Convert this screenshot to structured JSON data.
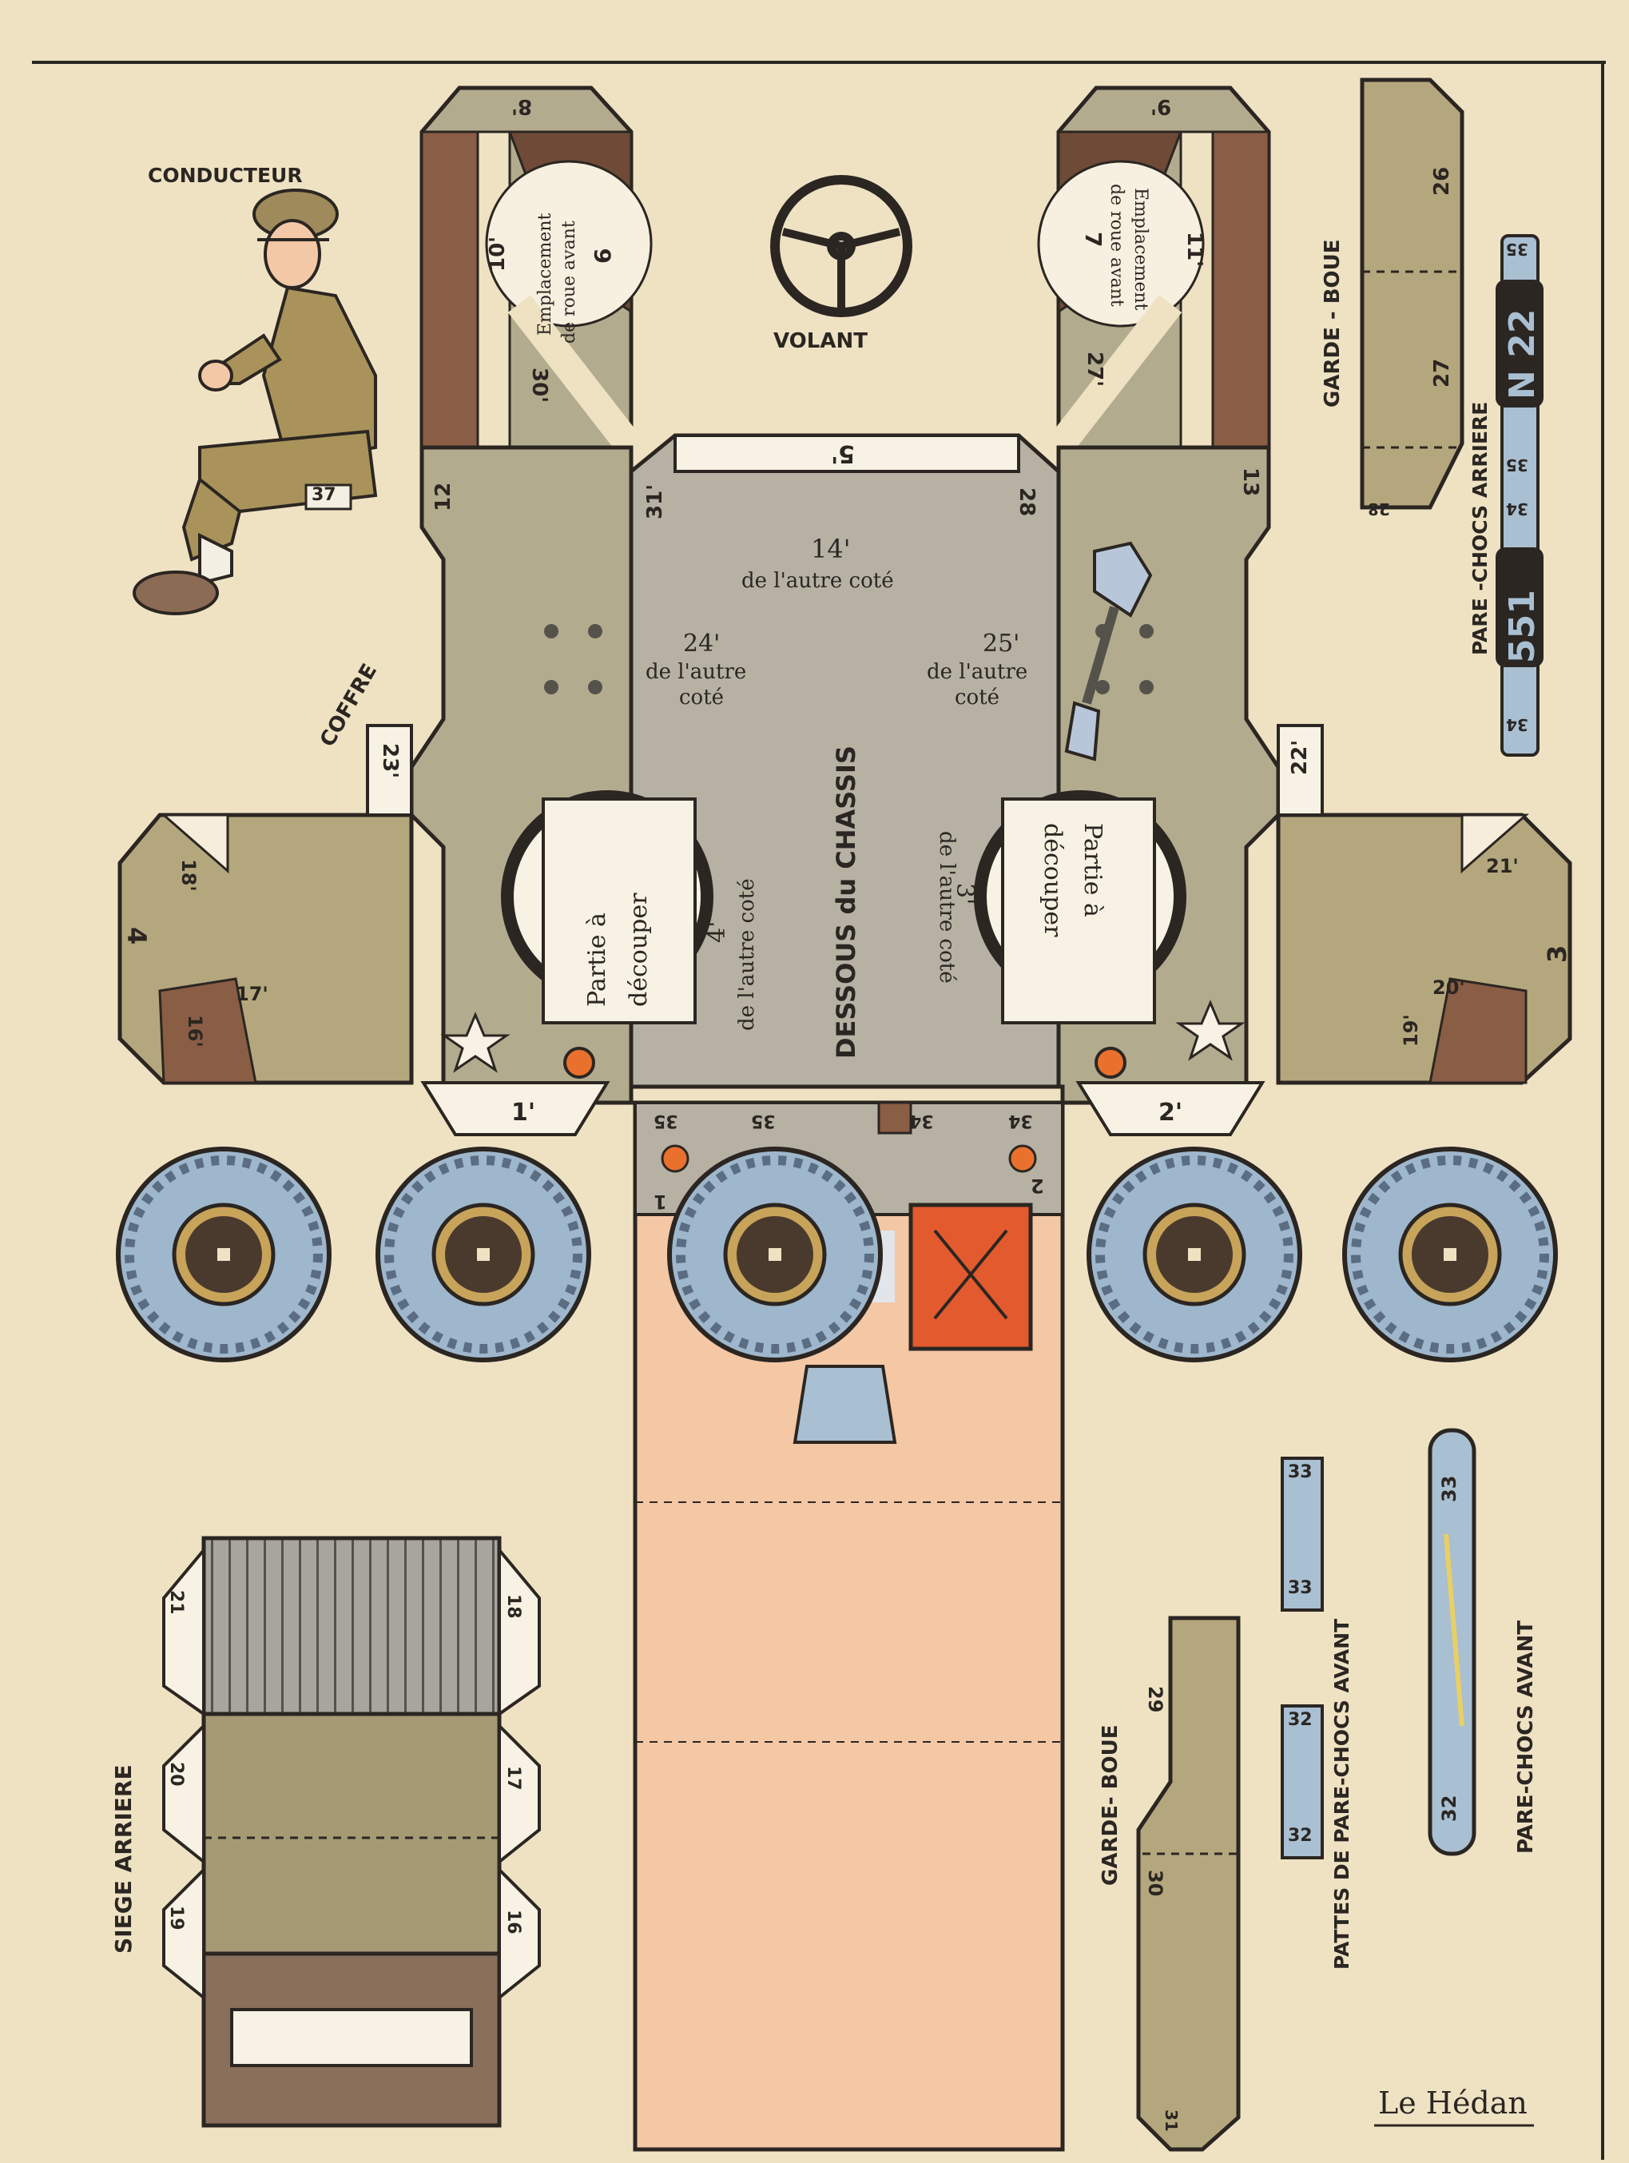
{
  "labels": {
    "conducteur": "CONDUCTEUR",
    "volant": "VOLANT",
    "coffre": "COFFRE",
    "garde_boue_top": "GARDE - BOUE",
    "pare_chocs_arriere": "PARE -CHOCS ARRIERE",
    "plate_top": "N 22",
    "plate_bottom": "551",
    "siege_arriere": "SIEGE ARRIERE",
    "garde_boue_bottom": "GARDE- BOUE",
    "pattes": "PATTES DE PARE-CHOCS AVANT",
    "pare_chocs_avant": "PARE-CHOCS AVANT",
    "signature": "Le Hédan",
    "dessous": "DESSOUS du CHASSIS",
    "partie_left_1": "Partie à",
    "partie_left_2": "découper",
    "partie_right_1": "Partie à",
    "partie_right_2": "découper",
    "n14": "14'",
    "n14_sub": "de l'autre coté",
    "n24": "24'",
    "n24_sub1": "de l'autre",
    "n24_sub2": "coté",
    "n25": "25'",
    "n25_sub1": "de l'autre",
    "n25_sub2": "coté",
    "n4p": "4'",
    "n4p_sub": "de l'autre coté",
    "n3p": "3'",
    "n3p_sub": "de l'autre coté",
    "roue6_1": "Emplacement",
    "roue6_2": "de roue avant",
    "roue6_3": "6",
    "roue7_1": "Emplacement",
    "roue7_2": "de roue avant",
    "roue7_3": "7"
  },
  "tab_numbers": {
    "t8": "8'",
    "t9": "9'",
    "t10": "10'",
    "t11": "11'",
    "t30": "30'",
    "t27": "27'",
    "t12": "12",
    "t13": "13",
    "t5": "5'",
    "t31": "31'",
    "t28": "28",
    "t23": "23'",
    "t22": "22'",
    "t4": "4",
    "t3": "3",
    "t18": "18'",
    "t17": "17'",
    "t16": "16'",
    "t21": "21'",
    "t20": "20'",
    "t19": "19'",
    "t1": "1'",
    "t2": "2'",
    "t35a": "35",
    "t35b": "35",
    "t34a": "34",
    "t34b": "34",
    "w1": "1",
    "w2": "2",
    "g26": "26",
    "g27": "27",
    "g28": "28",
    "p35a": "35",
    "p35b": "35",
    "p34a": "34",
    "p34b": "34",
    "s21": "21",
    "s18": "18",
    "s20": "20",
    "s17": "17",
    "s19": "19",
    "s16": "16",
    "g29": "29",
    "g30": "30",
    "g31": "31",
    "p33a": "33",
    "p33b": "33",
    "p32a": "32",
    "p32b": "32",
    "f33": "33",
    "f32": "32",
    "c37": "37"
  },
  "colors": {
    "paper": "#efe2c3",
    "khaki": "#b3ab8e",
    "chassis_grey": "#b6b1a3",
    "brown": "#8a5d45",
    "dark_brown": "#6e4a37",
    "salmon": "#f4c7a5",
    "tire_blue": "#9fb7cc",
    "tire_rim": "#5b6d82",
    "orange": "#e35a2e",
    "ink": "#2b2622",
    "olive": "#b5a77d"
  }
}
